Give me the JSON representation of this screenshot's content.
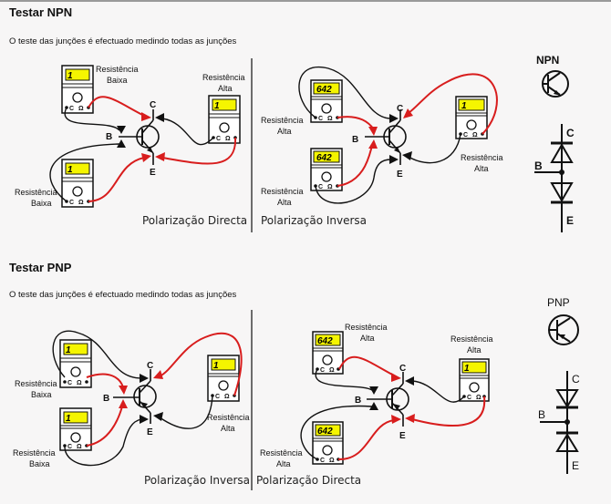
{
  "sections": [
    {
      "title": "Testar NPN",
      "intro": "O teste das junções é efectuado medindo todas as junções",
      "symbol_label": "NPN",
      "diagrams": [
        {
          "caption": "Polarização Directa",
          "meters": [
            {
              "reading": "1",
              "label_1": "Resistência",
              "label_2": "Baixa"
            },
            {
              "reading": "1",
              "label_1": "Resistência",
              "label_2": "Baixa"
            },
            {
              "reading": "1",
              "label_1": "Resistência",
              "label_2": "Alta"
            }
          ]
        },
        {
          "caption": "Polarização Inversa",
          "meters": [
            {
              "reading": "642",
              "label_1": "Resistência",
              "label_2": "Alta"
            },
            {
              "reading": "642",
              "label_1": "Resistência",
              "label_2": "Alta"
            },
            {
              "reading": "1",
              "label_1": "Resistência",
              "label_2": "Alta"
            }
          ]
        }
      ]
    },
    {
      "title": "Testar PNP",
      "intro": "O teste das junções é efectuado medindo todas as junções",
      "symbol_label": "PNP",
      "diagrams": [
        {
          "caption": "Polarização Inversa",
          "meters": [
            {
              "reading": "1",
              "label_1": "Resistência",
              "label_2": "Baixa"
            },
            {
              "reading": "1",
              "label_1": "Resistência",
              "label_2": "Baixa"
            },
            {
              "reading": "1",
              "label_1": "Resistência",
              "label_2": "Alta"
            }
          ]
        },
        {
          "caption": "Polarização Directa",
          "meters": [
            {
              "reading": "642",
              "label_1": "Resistência",
              "label_2": "Alta"
            },
            {
              "reading": "642",
              "label_1": "Resistência",
              "label_2": "Alta"
            },
            {
              "reading": "1",
              "label_1": "Resistência",
              "label_2": "Alta"
            }
          ]
        }
      ]
    }
  ],
  "terminals": {
    "collector": "C",
    "base": "B",
    "emitter": "E"
  },
  "meter_jacks": {
    "common": "C",
    "ohm": "Ω"
  },
  "colors": {
    "display": "#f5f500",
    "probe_red": "#d81d1d",
    "probe_black": "#111111"
  }
}
